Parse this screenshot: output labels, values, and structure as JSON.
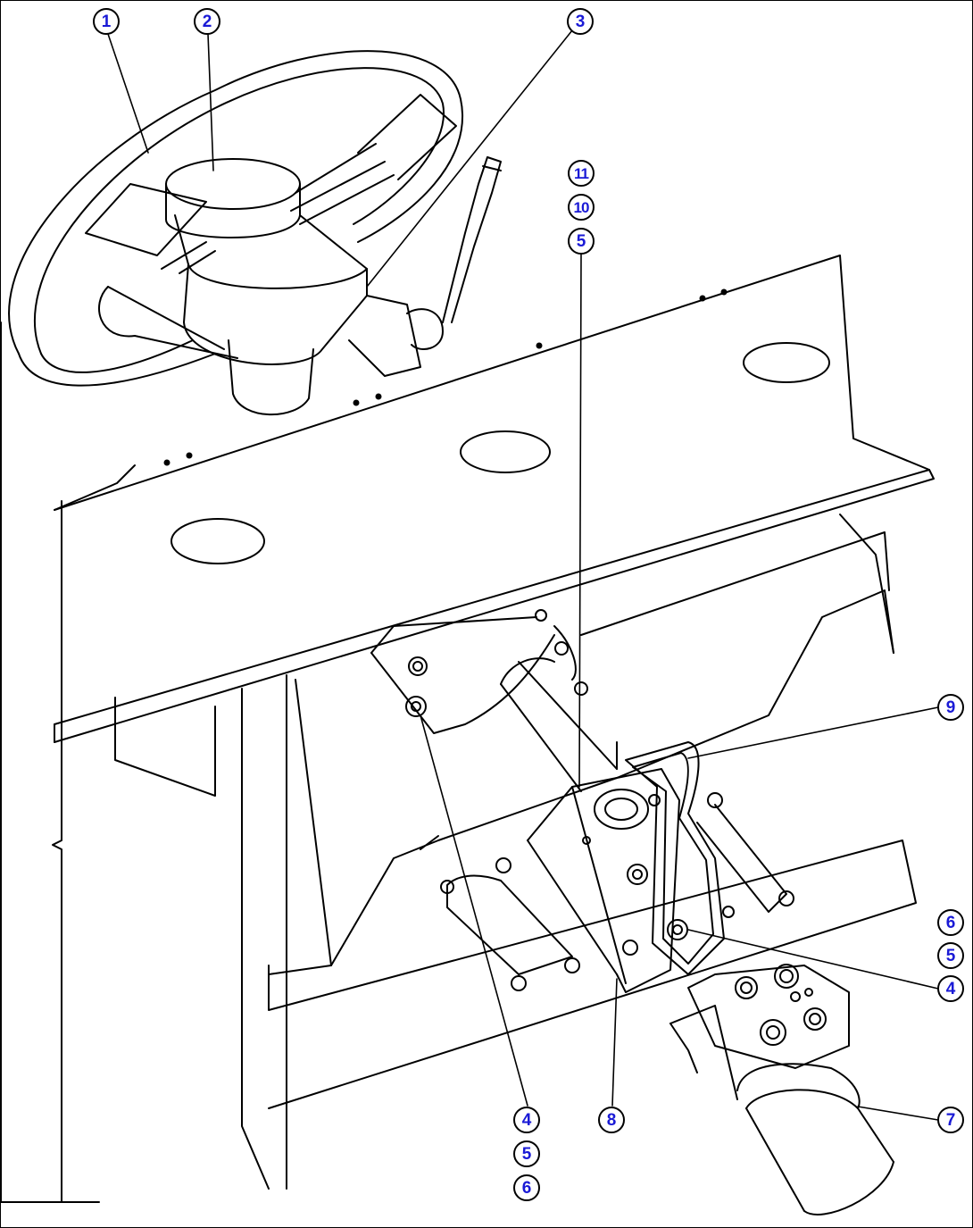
{
  "diagram": {
    "callouts": {
      "c1": "1",
      "c2": "2",
      "c3": "3",
      "c11": "11",
      "c10": "10",
      "c5_top": "5",
      "c9": "9",
      "c6_right": "6",
      "c5_right": "5",
      "c4_right": "4",
      "c7": "7",
      "c8": "8",
      "c4_bottom": "4",
      "c5_bottom": "5",
      "c6_bottom": "6"
    },
    "colors": {
      "callout_text": "#1a1ad6",
      "line": "#000000",
      "background": "#ffffff"
    }
  }
}
